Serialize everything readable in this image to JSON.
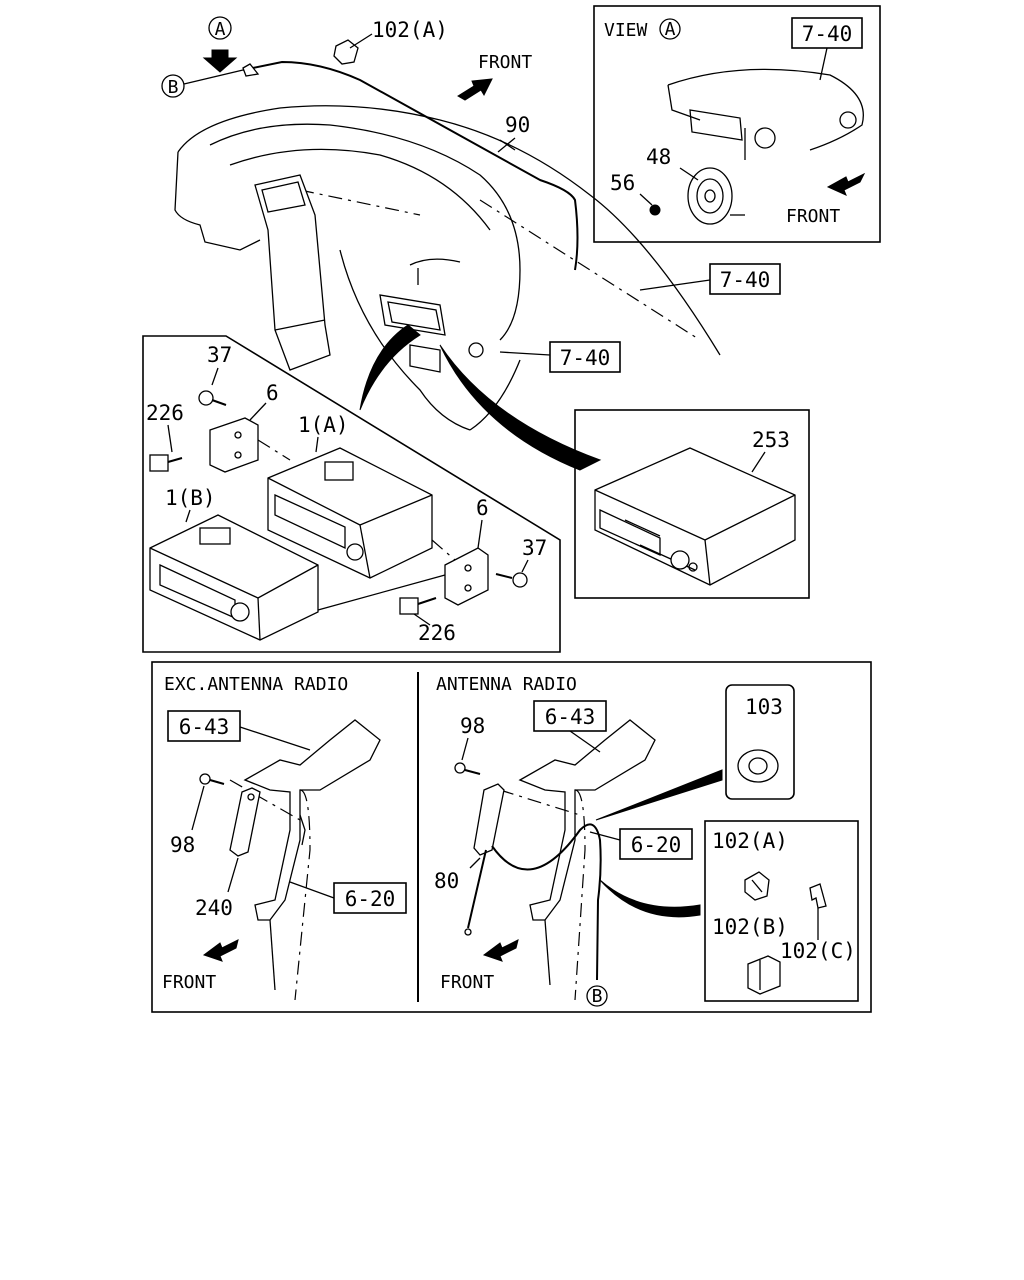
{
  "top_left": {
    "view_marker": "A",
    "b_marker": "B",
    "callouts": {
      "clip_102a": "102(A)",
      "cable_90": "90",
      "front": "FRONT",
      "ref_7_40_right": "7-40",
      "ref_7_40_lower": "7-40"
    }
  },
  "view_a": {
    "title": "VIEW",
    "marker": "A",
    "ref": "7-40",
    "speaker": "48",
    "screw": "56",
    "front": "FRONT"
  },
  "radio_assembly": {
    "bolt_top": "37",
    "bracket_left": "6",
    "screw_left": "226",
    "radio_a": "1(A)",
    "radio_b": "1(B)",
    "bracket_right": "6",
    "bolt_right": "37",
    "screw_right": "226"
  },
  "cassette": {
    "part": "253"
  },
  "exc_antenna": {
    "title": "EXC.ANTENNA RADIO",
    "ref_top": "6-43",
    "screw": "98",
    "cover": "240",
    "ref_side": "6-20",
    "front": "FRONT"
  },
  "antenna": {
    "title": "ANTENNA RADIO",
    "ref_top": "6-43",
    "screw": "98",
    "antenna": "80",
    "ref_side": "6-20",
    "grommet": "103",
    "clip_a": "102(A)",
    "clip_b": "102(B)",
    "clip_c": "102(C)",
    "b_marker": "B",
    "front": "FRONT"
  }
}
